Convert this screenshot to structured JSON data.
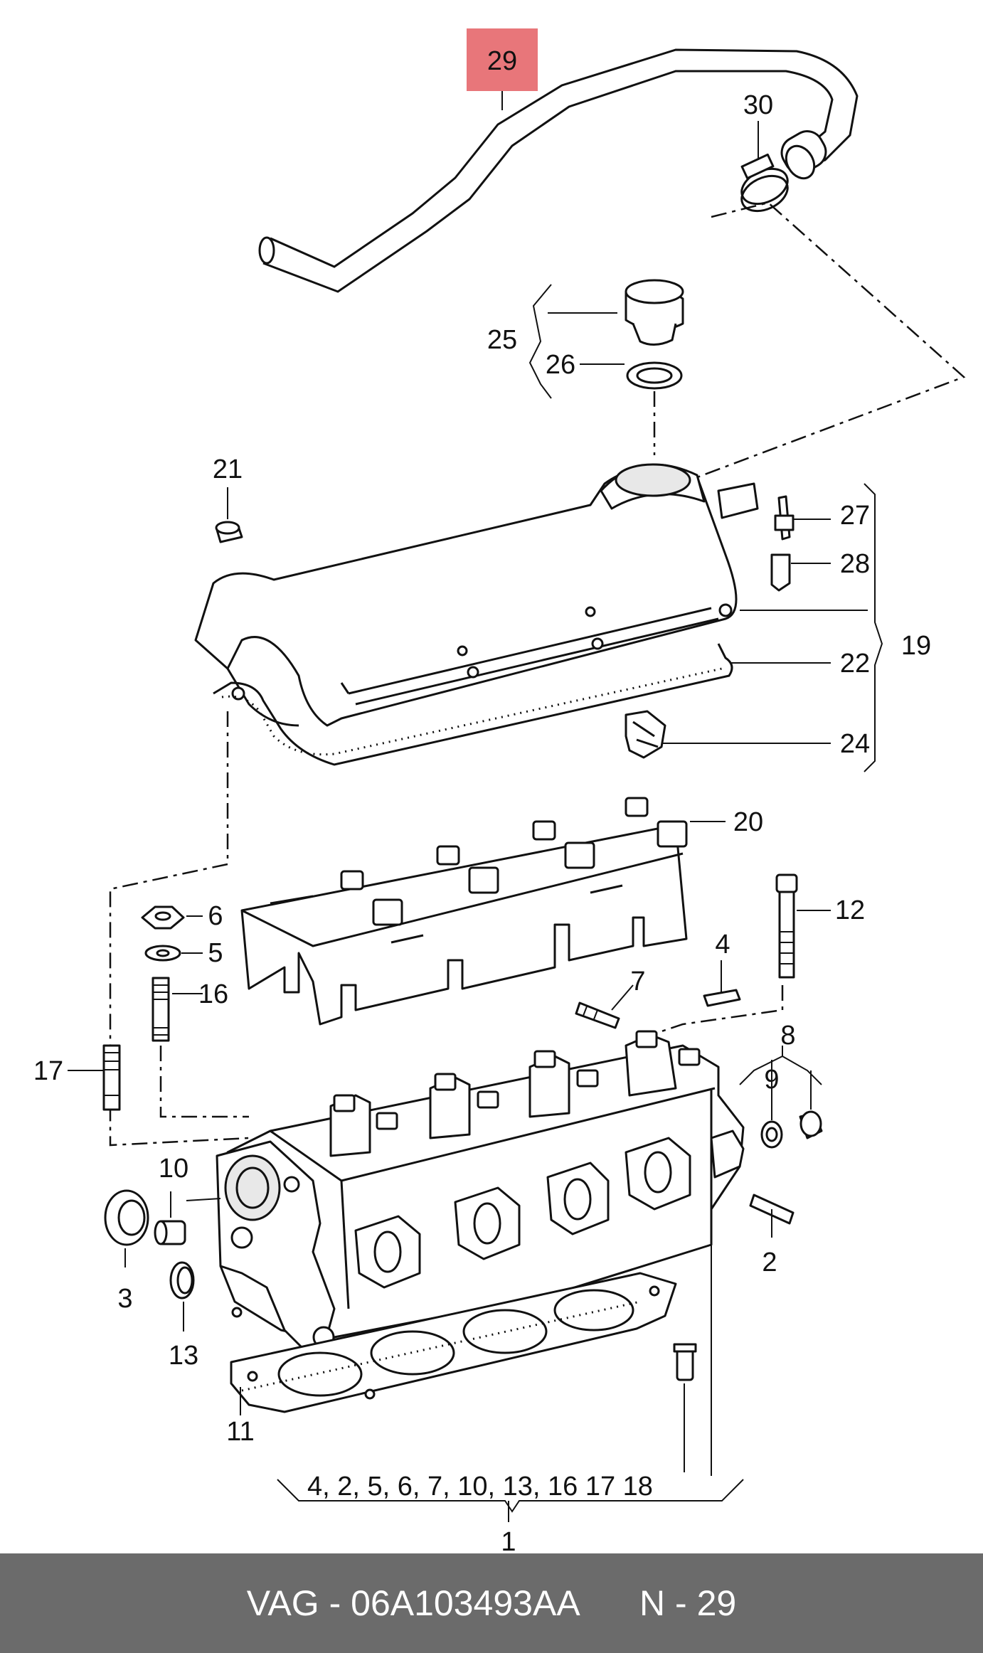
{
  "highlight_color": "#e8767a",
  "footer": {
    "brand": "VAG",
    "separator": "-",
    "part_number": "06A103493AA",
    "position_prefix": "N",
    "position_number": "29"
  },
  "callouts": {
    "n1": "1",
    "n2": "2",
    "n3": "3",
    "n4": "4",
    "n5": "5",
    "n6": "6",
    "n7": "7",
    "n8": "8",
    "n9": "9",
    "n10": "10",
    "n11": "11",
    "n12": "12",
    "n13": "13",
    "n16": "16",
    "n17": "17",
    "n18": "18",
    "n19": "19",
    "n20": "20",
    "n21": "21",
    "n22": "22",
    "n24": "24",
    "n25": "25",
    "n26": "26",
    "n27": "27",
    "n28": "28",
    "n29": "29",
    "n30": "30"
  },
  "assembly_note": "4, 2, 5, 6, 7,  10, 13, 16 17 18"
}
